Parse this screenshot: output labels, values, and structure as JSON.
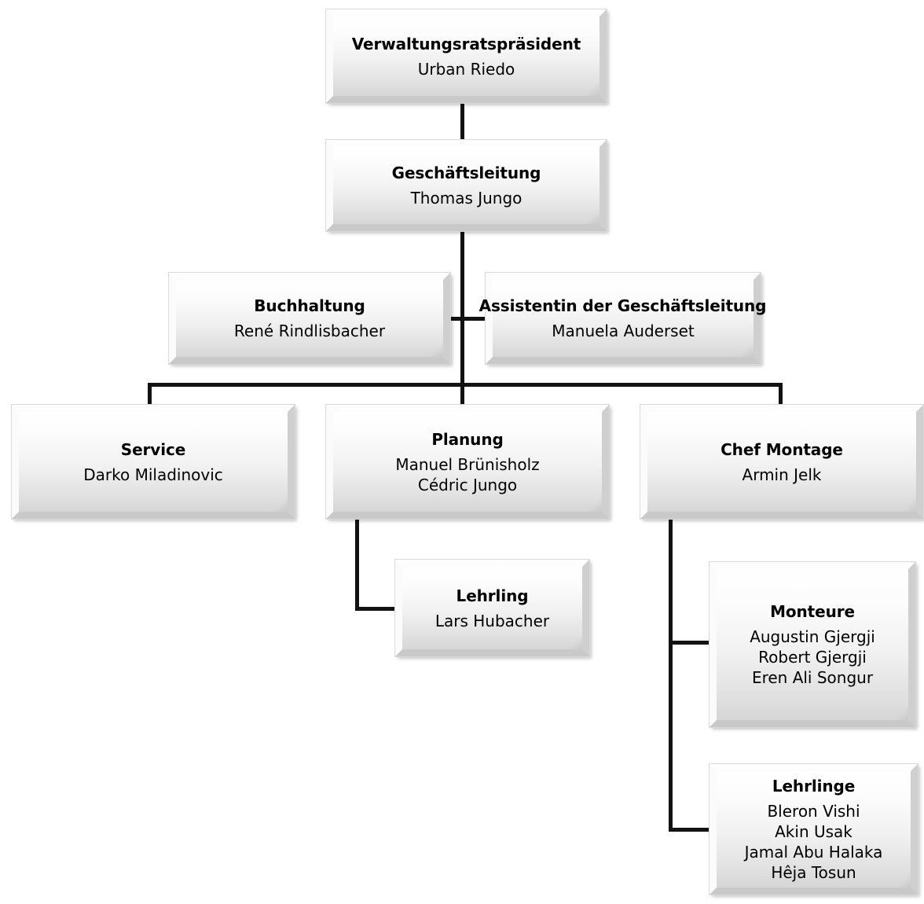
{
  "document": {
    "type": "organizational-chart",
    "language": "de",
    "background_color": "#ffffff",
    "connector_color": "#121212",
    "box_fill_top": "#ffffff",
    "box_fill_bottom": "#d6d6d6",
    "text_color": "#000000"
  },
  "nodes": {
    "vrp": {
      "title": "Verwaltungsratspräsident",
      "people": [
        "Urban Riedo"
      ]
    },
    "gl": {
      "title": "Geschäftsleitung",
      "people": [
        "Thomas Jungo"
      ]
    },
    "buchhaltung": {
      "title": "Buchhaltung",
      "people": [
        "René Rindlisbacher"
      ]
    },
    "assistentin": {
      "title": "Assistentin der Geschäftsleitung",
      "people": [
        "Manuela Auderset"
      ]
    },
    "service": {
      "title": "Service",
      "people": [
        "Darko Miladinovic"
      ]
    },
    "planung": {
      "title": "Planung",
      "people": [
        "Manuel Brünisholz",
        "Cédric Jungo"
      ]
    },
    "montage": {
      "title": "Chef Montage",
      "people": [
        "Armin Jelk"
      ]
    },
    "lehrling": {
      "title": "Lehrling",
      "people": [
        "Lars Hubacher"
      ]
    },
    "monteure": {
      "title": "Monteure",
      "people": [
        "Augustin Gjergji",
        "Robert Gjergji",
        "Eren Ali Songur"
      ]
    },
    "lehrlinge": {
      "title": "Lehrlinge",
      "people": [
        "Bleron Vishi",
        "Akin Usak",
        "Jamal Abu Halaka",
        "Hêja Tosun"
      ]
    }
  }
}
